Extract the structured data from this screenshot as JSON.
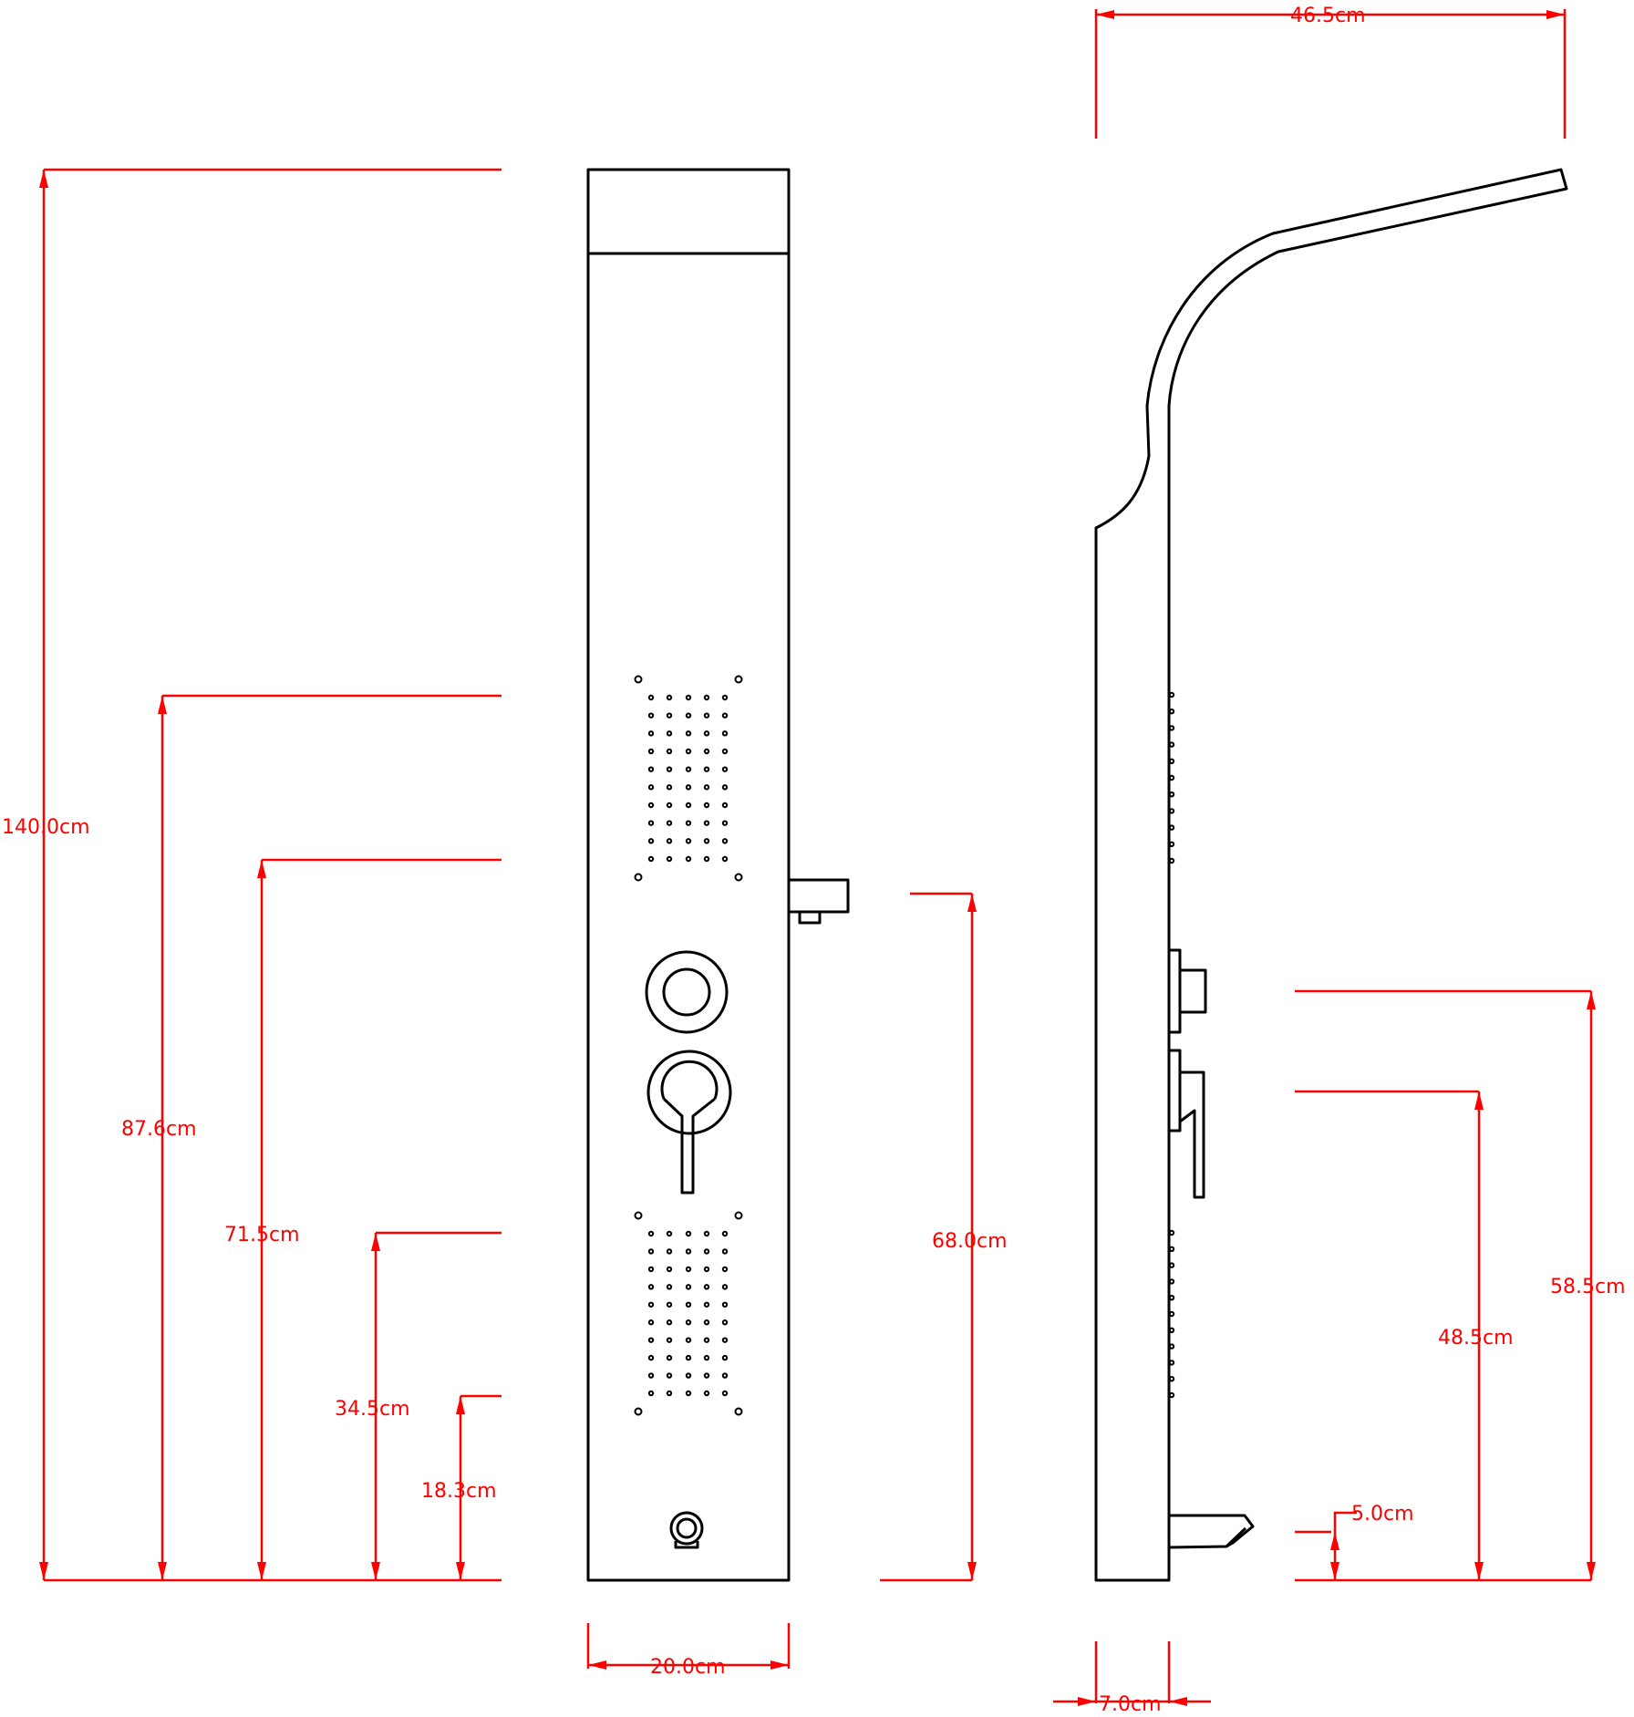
{
  "colors": {
    "outline": "#000000",
    "dimension": "#ff0000",
    "background": "#ffffff"
  },
  "dimensions": {
    "total_height": "140.0cm",
    "body_jets_top": "87.6cm",
    "body_jets_middle": "71.5cm",
    "body_jets_bottom": "34.5cm",
    "tub_spout_connector": "18.3cm",
    "hand_shower_holder": "68.0cm",
    "panel_width": "20.0cm",
    "top_reach": "46.5cm",
    "panel_depth": "7.0cm",
    "tub_spout_height": "5.0cm",
    "mixer_lever": "48.5cm",
    "diverter_knob": "58.5cm"
  }
}
